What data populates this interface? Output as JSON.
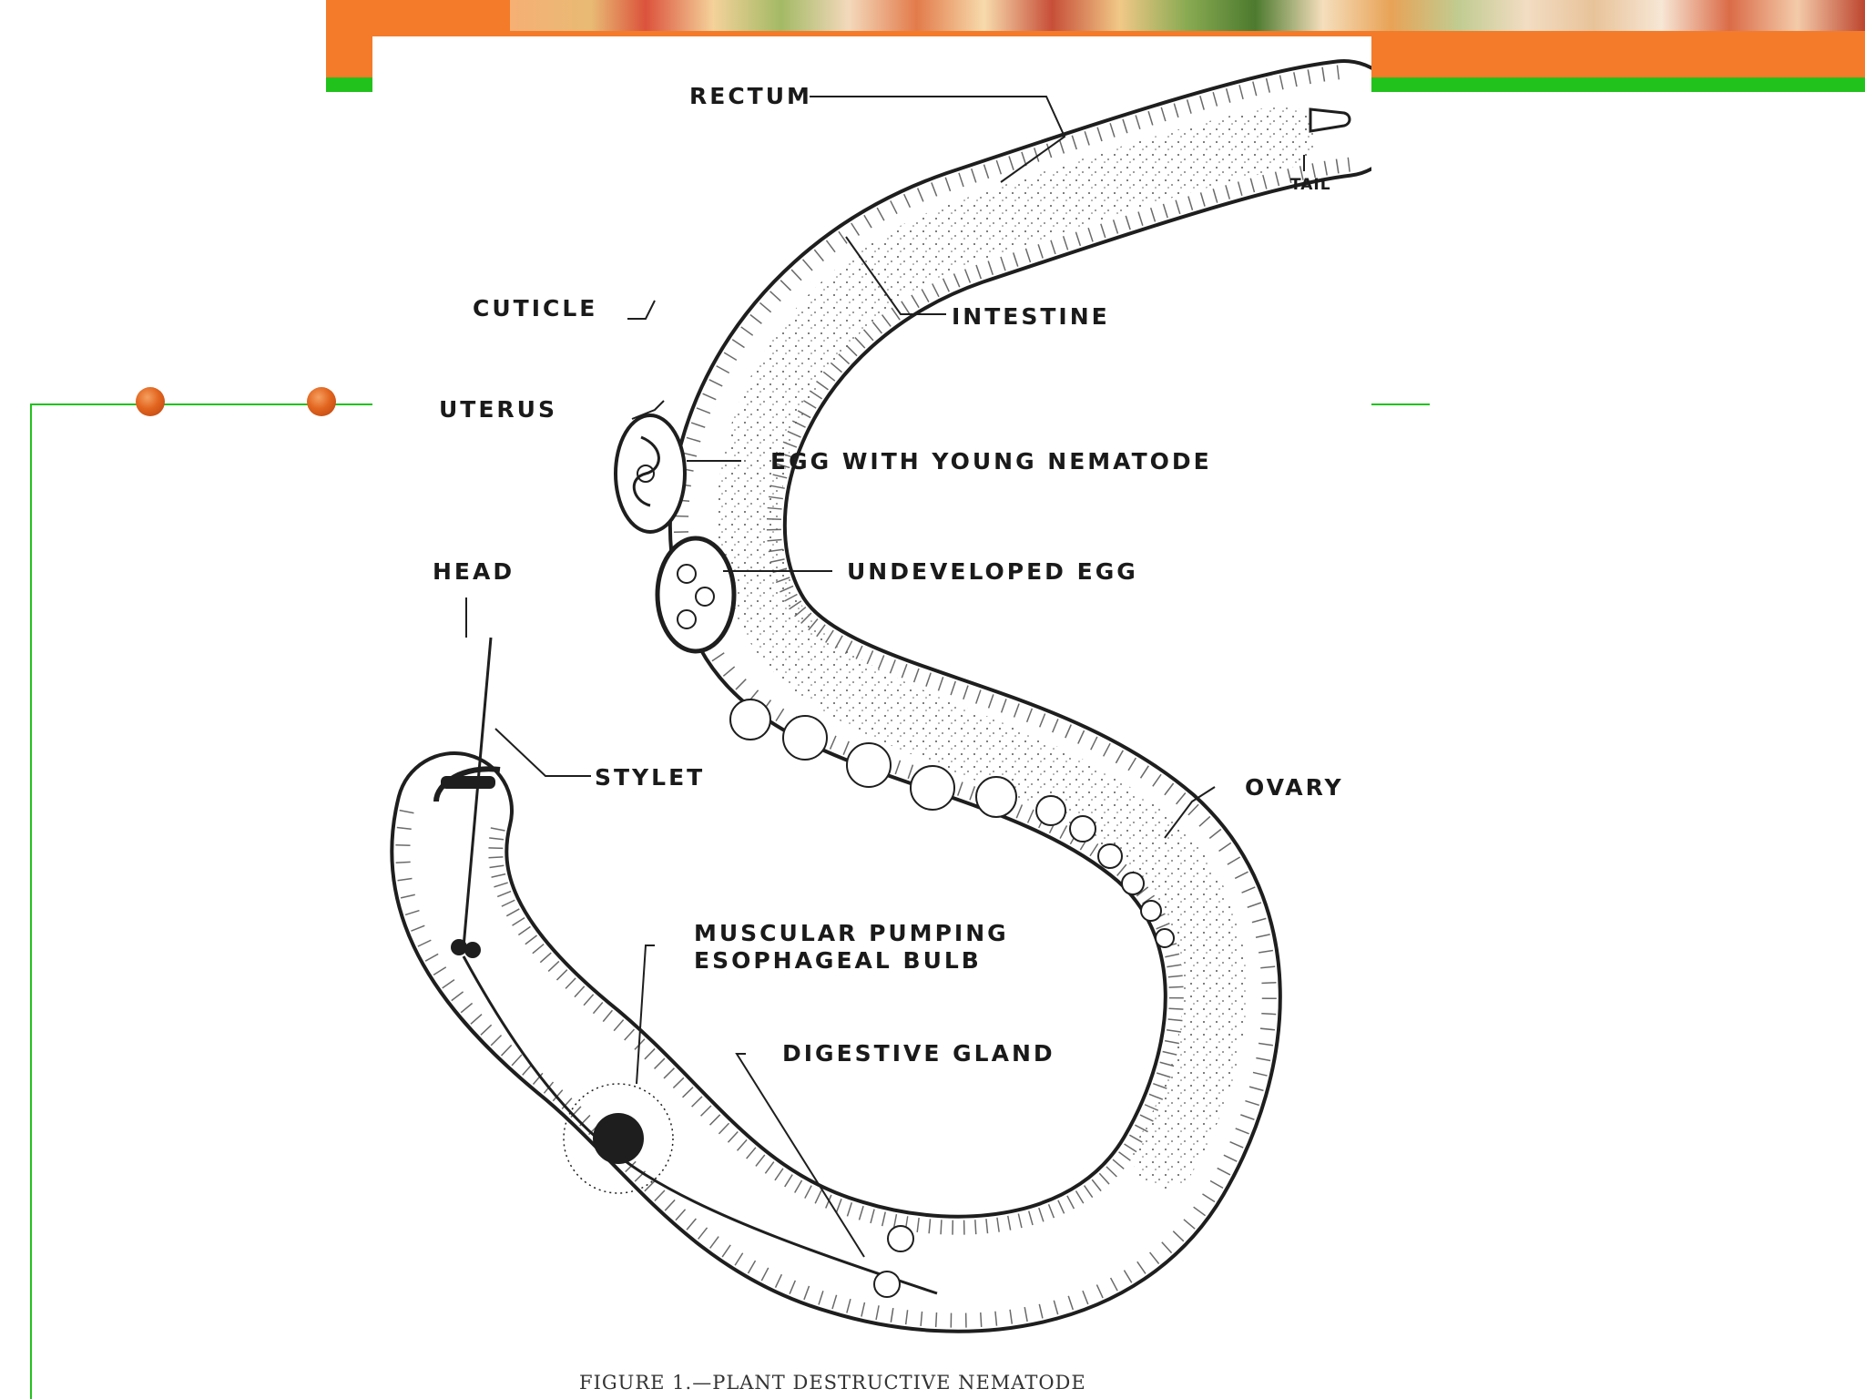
{
  "labels": {
    "rectum": "RECTUM",
    "tail": "TAIL",
    "intestine": "INTESTINE",
    "cuticle": "CUTICLE",
    "uterus": "UTERUS",
    "egg_young": "EGG  WITH  YOUNG  NEMATODE",
    "undeveloped_egg": "UNDEVELOPED  EGG",
    "head": "HEAD",
    "stylet": "STYLET",
    "ovary": "OVARY",
    "muscular_line1": "MUSCULAR  PUMPING",
    "muscular_line2": "ESOPHAGEAL  BULB",
    "digestive_gland": "DIGESTIVE  GLAND"
  },
  "caption": "FIGURE 1.—PLANT DESTRUCTIVE NEMATODE",
  "colors": {
    "accent_orange": "#f47b2a",
    "accent_green": "#22c21d"
  }
}
